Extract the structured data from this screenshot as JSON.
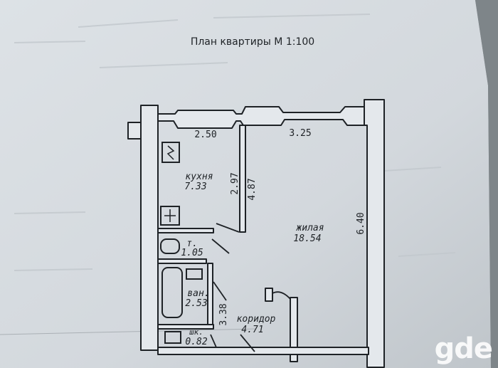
{
  "document": {
    "title": "План квартиры М 1:100"
  },
  "plan": {
    "dimensions": {
      "kitchen_width": "2.50",
      "room_width": "3.25",
      "kitchen_depth": "2.97",
      "room_left_length": "4.87",
      "room_length": "6.40",
      "corridor_length": "3.38"
    },
    "rooms": {
      "kitchen": {
        "name": "кухня",
        "area": "7.33"
      },
      "living": {
        "name": "жилая",
        "area": "18.54"
      },
      "toilet": {
        "name": "т.",
        "area": "1.05"
      },
      "bathroom": {
        "name": "ван.",
        "area": "2.53"
      },
      "corridor": {
        "name": "коридор",
        "area": "4.71"
      },
      "closet": {
        "name": "шк.",
        "area": "0.82"
      }
    }
  },
  "watermark": {
    "text": "gde"
  },
  "colors": {
    "paper": "#d6dbe0",
    "paper_shadow": "#c3c9ce",
    "ink": "#1e2226",
    "wall_fill": "#e4e8ec",
    "watermark": "#ffffff"
  }
}
